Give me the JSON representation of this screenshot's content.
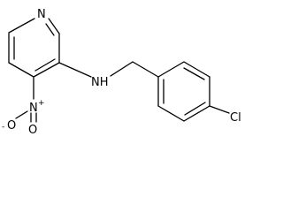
{
  "molecule": {
    "atoms": {
      "pyridine_n": "N",
      "amine_nh": "NH",
      "nitro_n": "N",
      "nitro_n_charge": "+",
      "nitro_o_left": "O",
      "nitro_o_left_charge": "-",
      "nitro_o_bottom": "O",
      "chlorine": "Cl"
    },
    "colors": {
      "bond": "#000000",
      "text": "#000000",
      "background": "#ffffff"
    }
  }
}
